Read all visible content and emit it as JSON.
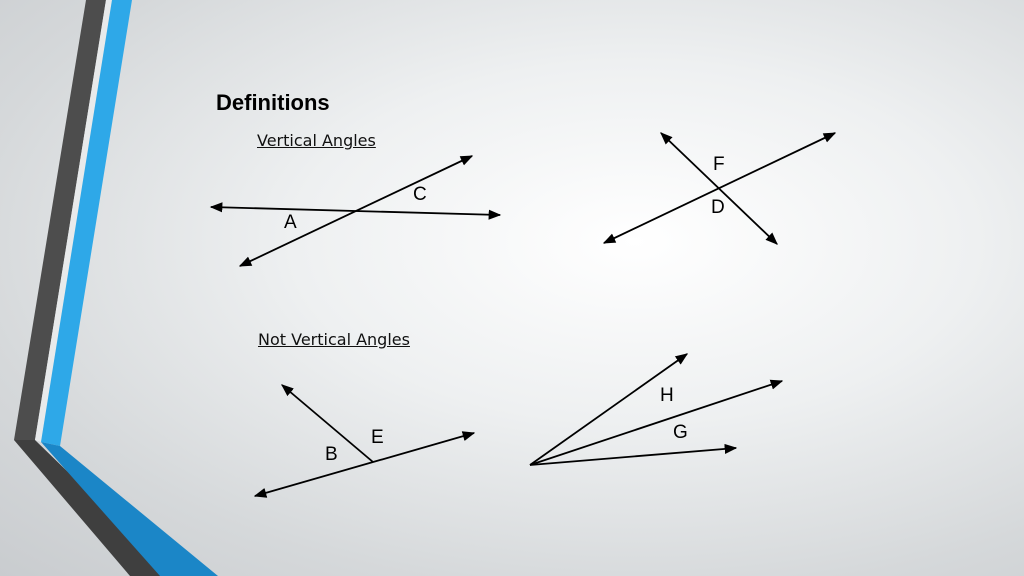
{
  "heading": "Definitions",
  "sections": {
    "vertical": {
      "title": "Vertical Angles"
    },
    "not_vertical": {
      "title": "Not Vertical Angles"
    }
  },
  "angle_labels": {
    "A": "A",
    "C": "C",
    "F": "F",
    "D": "D",
    "E": "E",
    "B": "B",
    "H": "H",
    "G": "G"
  },
  "colors": {
    "stripe_dark": "#4d4d4d",
    "stripe_blue": "#2ea8e8",
    "stripe_deep_blue": "#1b86c7",
    "line": "#000000"
  }
}
